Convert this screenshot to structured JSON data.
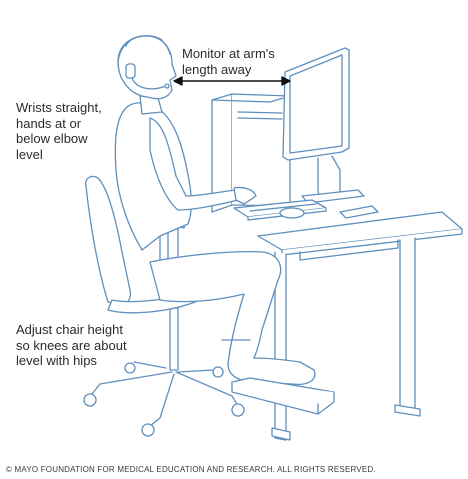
{
  "labels": {
    "monitor": [
      "Monitor at arm's",
      "length away"
    ],
    "wrists": [
      "Wrists straight,",
      "hands at or",
      "below elbow",
      "level"
    ],
    "chair": [
      "Adjust chair height",
      "so knees are about",
      "level with hips"
    ]
  },
  "copyright": "© MAYO FOUNDATION FOR MEDICAL EDUCATION AND RESEARCH. ALL RIGHTS RESERVED.",
  "colors": {
    "line": "#5f8fbd",
    "fill": "#ffffff",
    "text": "#2b2b2b",
    "arrow": "#111111"
  },
  "icons": {
    "distance_arrow": "double-headed-arrow"
  }
}
